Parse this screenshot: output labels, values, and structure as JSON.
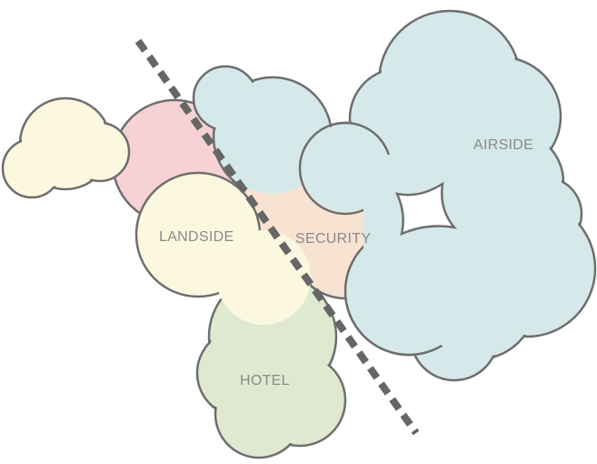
{
  "diagram": {
    "zones": [
      {
        "id": "landside",
        "label": "LANDSIDE",
        "color": "#fcf7df"
      },
      {
        "id": "security",
        "label": "SECURITY",
        "color": "#f8e3d2"
      },
      {
        "id": "airside",
        "label": "AIRSIDE",
        "color": "#d5e9ea"
      },
      {
        "id": "hotel",
        "label": "HOTEL",
        "color": "#dfe9cf"
      },
      {
        "id": "pink-zone",
        "label": "",
        "color": "#f7d2d4"
      },
      {
        "id": "yellow-zone",
        "label": "",
        "color": "#fcf7df"
      }
    ],
    "outline_color": "#6e6e6e",
    "divider_color": "#666666",
    "divider_style": "dashed"
  }
}
